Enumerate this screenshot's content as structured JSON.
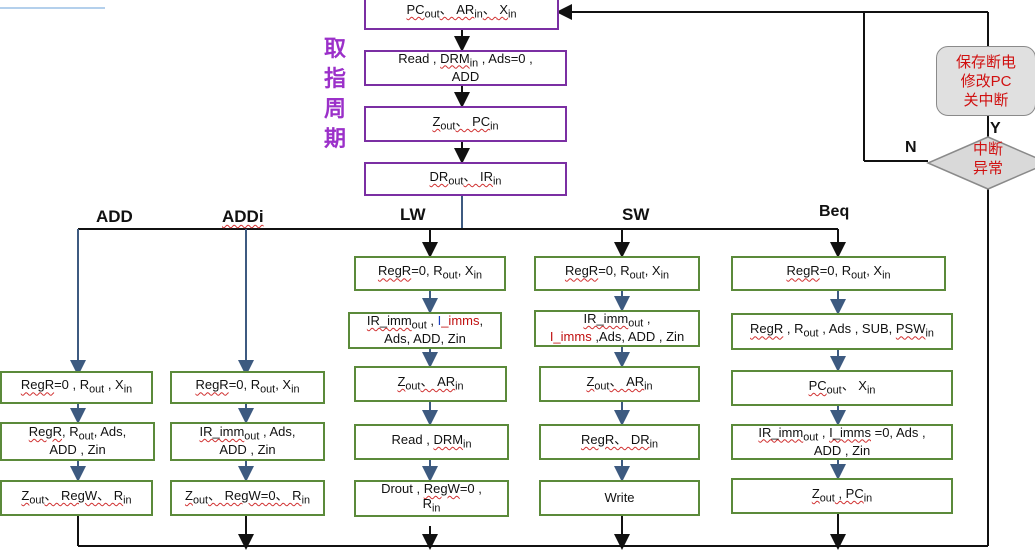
{
  "fetch_title": "取指周期",
  "fetch": [
    "PC_out、AR_in、X_in",
    "Read , DRM_in , Ads=0 , ADD",
    "Z_out、PC_in",
    "DR_out、IR_in"
  ],
  "interrupt": {
    "save_box": "保存断电\n修改PC\n关中断",
    "decision": "中断\n异常",
    "yes_label": "Y",
    "no_label": "N"
  },
  "branches": [
    {
      "name": "ADD",
      "steps": [
        "RegR=0 , R_out , X_in",
        "RegR, R_out, Ads,\nADD , Zin",
        "Z_out、RegW、R_in"
      ]
    },
    {
      "name": "ADDi",
      "steps": [
        "RegR=0, R_out, X_in",
        "IR_imm_out , Ads,\nADD , Zin",
        "Z_out、RegW=0、R_in"
      ]
    },
    {
      "name": "LW",
      "steps": [
        "RegR=0, R_out, X_in",
        "IR_imm_out , I_imms,\nAds, ADD, Zin",
        "Z_out、AR_in",
        "Read , DRM_in",
        "Drout , RegW=0 ,\nR_in"
      ]
    },
    {
      "name": "SW",
      "steps": [
        "RegR=0, R_out, X_in",
        "IR_imm_out ,\nI_imms ,Ads, ADD , Zin",
        "Z_out、AR_in",
        "RegR、DR_in",
        "Write"
      ]
    },
    {
      "name": "Beq",
      "steps": [
        "RegR=0, R_out, X_in",
        "RegR , R_out , Ads , SUB, PSW_in",
        "PC_out、X_in",
        "IR_imm_out , I_imms =0, Ads ,\nADD , Zin",
        "Z_out , PC_in"
      ]
    }
  ]
}
